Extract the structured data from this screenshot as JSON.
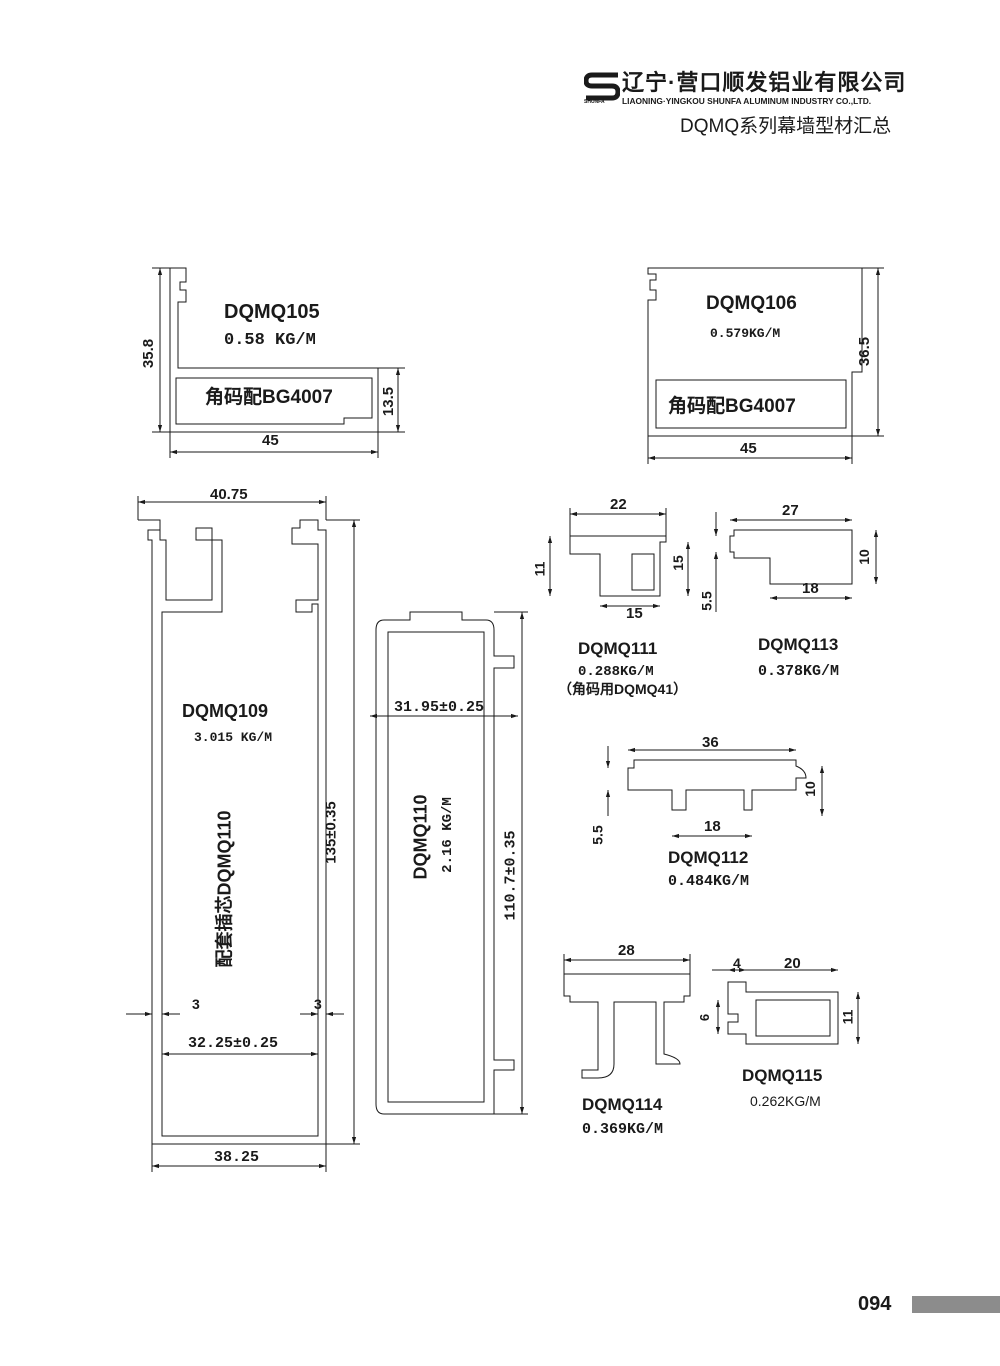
{
  "header": {
    "company_cn": "辽宁·营口顺发铝业有限公司",
    "company_en": "LIAONING·YINGKOU SHUNFA ALUMINUM INDUSTRY CO.,LTD.",
    "logo_text": "SHUNFA",
    "page_title": "DQMQ系列幕墙型材汇总"
  },
  "profiles": {
    "dqmq105": {
      "name": "DQMQ105",
      "weight": "0.58  KG/M",
      "note": "角码配BG4007",
      "dims": [
        "35.8",
        "13.5",
        "45"
      ]
    },
    "dqmq106": {
      "name": "DQMQ106",
      "weight": "0.579KG/M",
      "note": "角码配BG4007",
      "dims": [
        "36.5",
        "45"
      ]
    },
    "dqmq109": {
      "name": "DQMQ109",
      "weight": "3.015 KG/M",
      "note": "配套插芯DQMQ110",
      "dims": [
        "40.75",
        "135±0.35",
        "3",
        "3",
        "32.25±0.25",
        "38.25"
      ]
    },
    "dqmq110": {
      "name": "DQMQ110",
      "weight": "2.16 KG/M",
      "dims": [
        "31.95±0.25",
        "110.7±0.35"
      ]
    },
    "dqmq111": {
      "name": "DQMQ111",
      "weight": "0.288KG/M",
      "note": "（角码用DQMQ41）",
      "dims": [
        "22",
        "11",
        "15",
        "15",
        "5.5"
      ]
    },
    "dqmq113": {
      "name": "DQMQ113",
      "weight": "0.378KG/M",
      "dims": [
        "27",
        "10",
        "18"
      ]
    },
    "dqmq112": {
      "name": "DQMQ112",
      "weight": "0.484KG/M",
      "dims": [
        "36",
        "10",
        "5.5",
        "18"
      ]
    },
    "dqmq114": {
      "name": "DQMQ114",
      "weight": "0.369KG/M",
      "dims": [
        "28"
      ]
    },
    "dqmq115": {
      "name": "DQMQ115",
      "weight": "0.262KG/M",
      "dims": [
        "4",
        "20",
        "6",
        "11"
      ]
    }
  },
  "footer": {
    "page_number": "094"
  },
  "colors": {
    "ink": "#1a1a1a",
    "page_bar": "#8c8c8c"
  }
}
